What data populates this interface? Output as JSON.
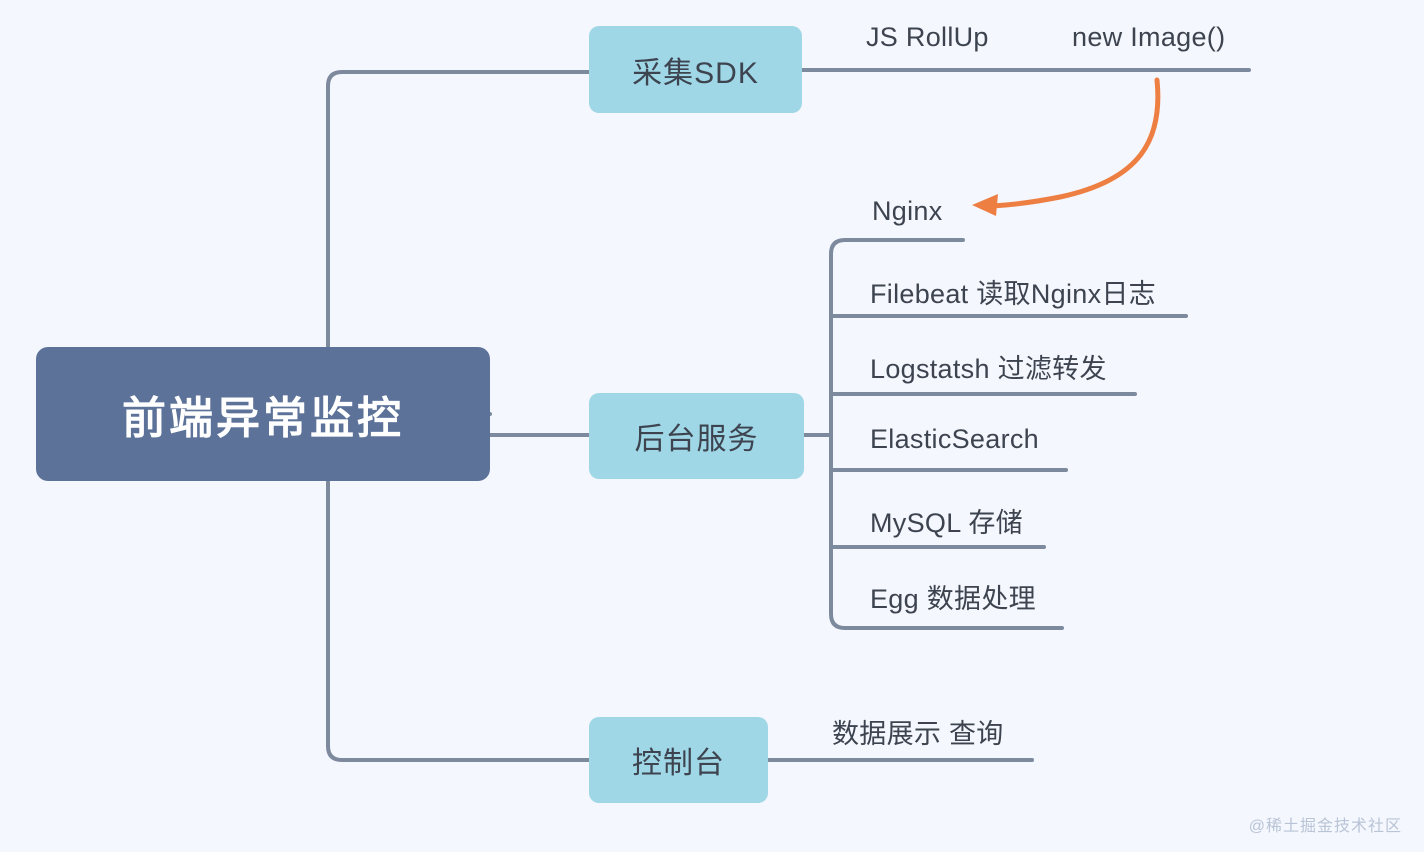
{
  "diagram": {
    "type": "mind-map",
    "title": "前端异常监控",
    "background_color": "#f4f7fd",
    "root": {
      "label": "前端异常监控",
      "fill": "#5d7299",
      "text_color": "#ffffff"
    },
    "branch_fill": "#9fd7e6",
    "connector_color": "#7d8a9e",
    "accent_color": "#ee7f43",
    "branches": [
      {
        "label": "采集SDK",
        "leaves": [
          "JS RollUp",
          "new Image()"
        ]
      },
      {
        "label": "后台服务",
        "leaves": [
          "Nginx",
          "Filebeat 读取Nginx日志",
          "Logstatsh 过滤转发",
          "ElasticSearch",
          "MySQL 存储",
          "Egg  数据处理"
        ]
      },
      {
        "label": "控制台",
        "leaves": [
          "数据展示 查询"
        ]
      }
    ],
    "annotation_arrow": {
      "from": "new Image()",
      "to": "Nginx",
      "color": "#ee7f43"
    }
  },
  "watermark": {
    "text": "@稀土掘金技术社区"
  }
}
